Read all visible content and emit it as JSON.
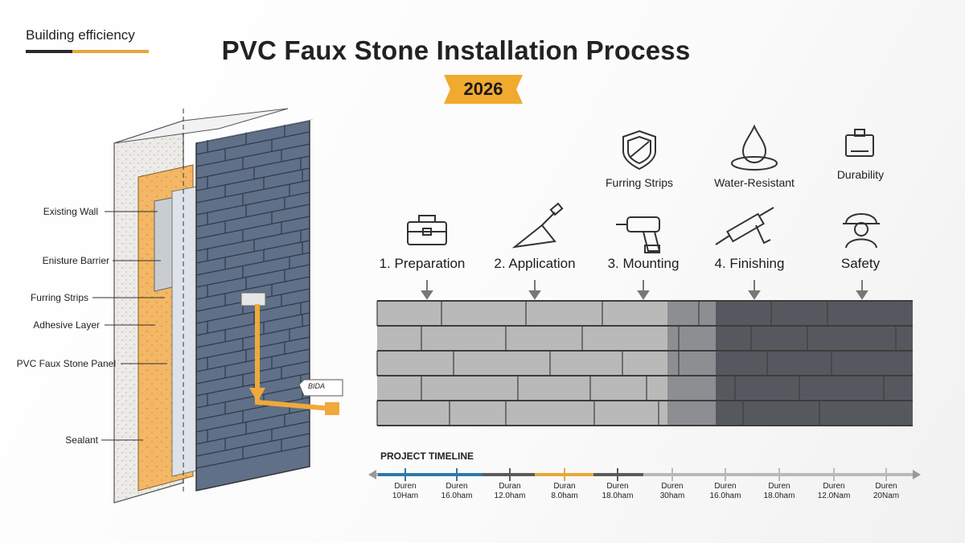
{
  "header": {
    "brand": "Building efficiency",
    "title": "PVC Faux Stone Installation Process",
    "year": "2026"
  },
  "wall_diagram": {
    "labels": [
      "Existing Wall",
      "Enisture Barrier",
      "Furring Strips",
      "Adhesive Layer",
      "PVC Faux Stone Panel",
      "Sealant"
    ],
    "callout": "BIDA"
  },
  "features": [
    {
      "label": "Furring Strips",
      "icon": "shield-icon"
    },
    {
      "label": "Water-Resistant",
      "icon": "water-drop-icon"
    },
    {
      "label": "Durability",
      "icon": "durability-icon"
    }
  ],
  "steps": [
    {
      "label": "1. Preparation",
      "icon": "toolbox-icon"
    },
    {
      "label": "2. Application",
      "icon": "trowel-icon"
    },
    {
      "label": "3. Mounting",
      "icon": "drill-icon"
    },
    {
      "label": "4. Finishing",
      "icon": "caulk-gun-icon"
    },
    {
      "label": "Safety",
      "icon": "hard-hat-worker-icon"
    }
  ],
  "timeline": {
    "title": "PROJECT TIMELINE",
    "ticks": [
      {
        "top": "Duren",
        "bottom": "10Ham"
      },
      {
        "top": "Duren",
        "bottom": "16.0ham"
      },
      {
        "top": "Duran",
        "bottom": "12.0ham"
      },
      {
        "top": "Duran",
        "bottom": "8.0ham"
      },
      {
        "top": "Duren",
        "bottom": "18.0ham"
      },
      {
        "top": "Duren",
        "bottom": "30ham"
      },
      {
        "top": "Duren",
        "bottom": "16.0ham"
      },
      {
        "top": "Duren",
        "bottom": "18.0ham"
      },
      {
        "top": "Duren",
        "bottom": "12.0Nam"
      },
      {
        "top": "Duren",
        "bottom": "20Nam"
      }
    ],
    "colors": {
      "blue": "#2f78a8",
      "dark": "#5a5a5a",
      "gold": "#e8a73a",
      "light": "#b9b9b9"
    }
  }
}
